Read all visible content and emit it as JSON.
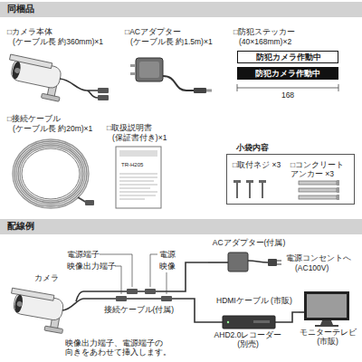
{
  "diagram": {
    "nodes": [
      {
        "text": [
          "同梱品"
        ]
      },
      {
        "text": [
          "防犯カメラ作動中"
        ]
      },
      {
        "text": [
          "防犯カメラ作動中"
        ]
      },
      {
        "text": [
          "小袋内容",
          "□取付ネジ ×3",
          "□コンクリート アンカー ×3"
        ]
      },
      {
        "text": [
          "配線例"
        ]
      },
      {
        "text": [
          "カメラ"
        ]
      },
      {
        "text": [
          "ACアダプター(付属)"
        ]
      },
      {
        "text": [
          "AHD2.0レコーダー (別売)"
        ]
      },
      {
        "text": [
          "モニターテレビ (市販)"
        ]
      }
    ],
    "edges": [
      {
        "from": 5,
        "to": 6,
        "arrow": "none"
      },
      {
        "from": 5,
        "to": 7,
        "label": "接続ケーブル(付属)",
        "arrow": "none"
      },
      {
        "from": 7,
        "to": 8,
        "label": "HDMIケーブル (市販)",
        "arrow": "none"
      }
    ],
    "labels": [
      "□カメラ本体",
      "(ケーブル長 約360mm)×1",
      "□ACアダプター",
      "(ケーブル長 約1.5m)×1",
      "□防犯ステッカー",
      "(40×168mm)×2",
      "168",
      "□接続ケーブル",
      "(ケーブル長 約20m)×1",
      "□取扱説明書",
      "(保証書付き)×1",
      "TR-H205",
      "電源端子",
      "映像出力端子",
      "電源",
      "映像",
      "電源コンセントへ",
      "(AC100V)",
      "映像出力端子、電源端子の 向きをあわせて挿入します。"
    ]
  }
}
